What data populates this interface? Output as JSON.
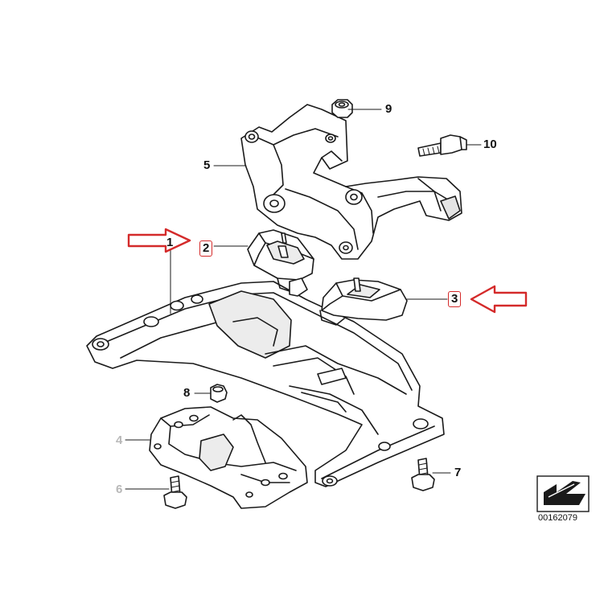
{
  "callouts": {
    "c1": "1",
    "c2": "2",
    "c3": "3",
    "c4": "4",
    "c5": "5",
    "c6": "6",
    "c7": "7",
    "c8": "8",
    "c9": "9",
    "c10": "10"
  },
  "reference_number": "00162079",
  "colors": {
    "line": "#1a1a1a",
    "highlight": "#d42a2a",
    "faded_label": "#b8b8b8",
    "fill": "#ffffff",
    "shade": "#e4e4e4"
  },
  "icons": [
    "arrow-pointer-icon",
    "view-direction-icon"
  ]
}
